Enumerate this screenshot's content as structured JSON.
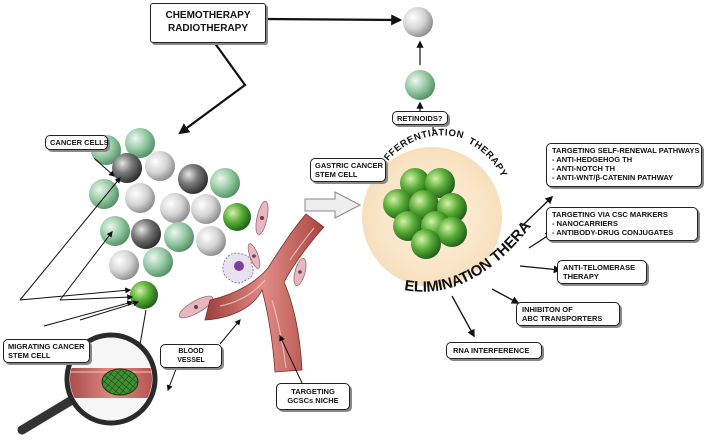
{
  "therapy_box": {
    "lines": [
      "CHEMOTHERAPY",
      "RADIOTHERAPY"
    ]
  },
  "retinoids_label": "RETINOIDS?",
  "cancer_cells_label": "CANCER CELLS",
  "gastric_stem_cell": {
    "lines": [
      "GASTRIC CANCER",
      "STEM CELL"
    ]
  },
  "differentiation_label": "DIFFERENTIATION",
  "therapy_word": "THERAPY",
  "elimination_label": "ELIMINATION THERAPY",
  "migrating_cell": {
    "lines": [
      "MIGRATING CANCER",
      "STEM CELL"
    ]
  },
  "blood_vessel": {
    "lines": [
      "BLOOD",
      "VESSEL"
    ]
  },
  "niche_box": {
    "lines": [
      "TARGETING",
      "GCSCs NICHE"
    ]
  },
  "strategies": {
    "self_renewal": {
      "lines": [
        "TARGETING SELF-RENEWAL PATHWAYS",
        "- ANTI-HEDGEHOG TH",
        "- ANTI-NOTCH TH",
        "- ANTI-WNT/β-CATENIN PATHWAY"
      ]
    },
    "csc_markers": {
      "lines": [
        "TARGETING VIA CSC MARKERS",
        "- NANOCARRIERS",
        "- ANTIBODY-DRUG CONJUGATES"
      ]
    },
    "telomerase": {
      "lines": [
        "ANTI-TELOMERASE",
        "THERAPY"
      ]
    },
    "abc": {
      "lines": [
        "INHIBITON OF",
        "ABC TRANSPORTERS"
      ]
    },
    "rna": {
      "lines": [
        "RNA INTERFERENCE"
      ]
    }
  },
  "colors": {
    "green_cell": "#8fc49d",
    "gray_cell": "#d2d2d2",
    "dark_cell": "#6e6e6e",
    "stem_cell": "#3f9a2e",
    "niche_bg": "#fbe6c8",
    "vessel": "#d2706c"
  }
}
